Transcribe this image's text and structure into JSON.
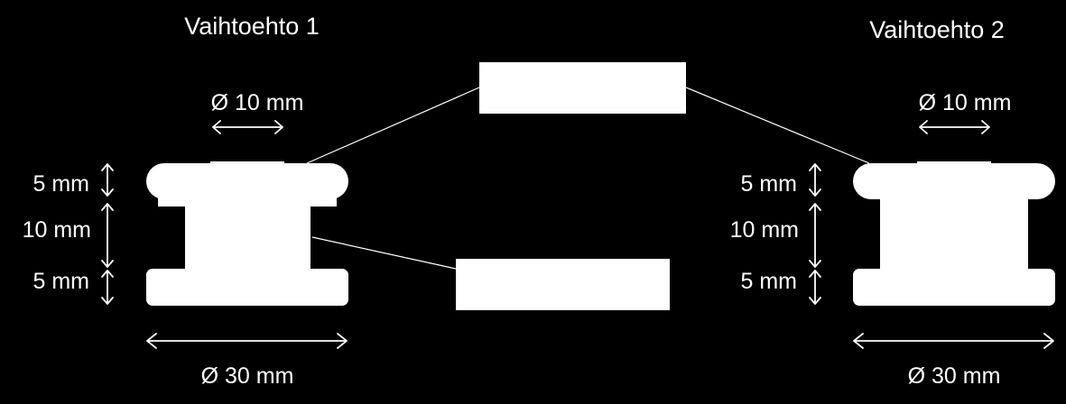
{
  "colors": {
    "background": "#000000",
    "foreground": "#ffffff"
  },
  "option1": {
    "title": "Vaihtoehto 1",
    "hole_label": "Ø 10 mm",
    "top_label": "5 mm",
    "middle_label": "10 mm",
    "bottom_label": "5 mm",
    "diameter_label": "Ø 30 mm"
  },
  "option2": {
    "title": "Vaihtoehto 2",
    "hole_label": "Ø 10 mm",
    "top_label": "5 mm",
    "middle_label": "10 mm",
    "bottom_label": "5 mm",
    "diameter_label": "Ø 30 mm"
  }
}
